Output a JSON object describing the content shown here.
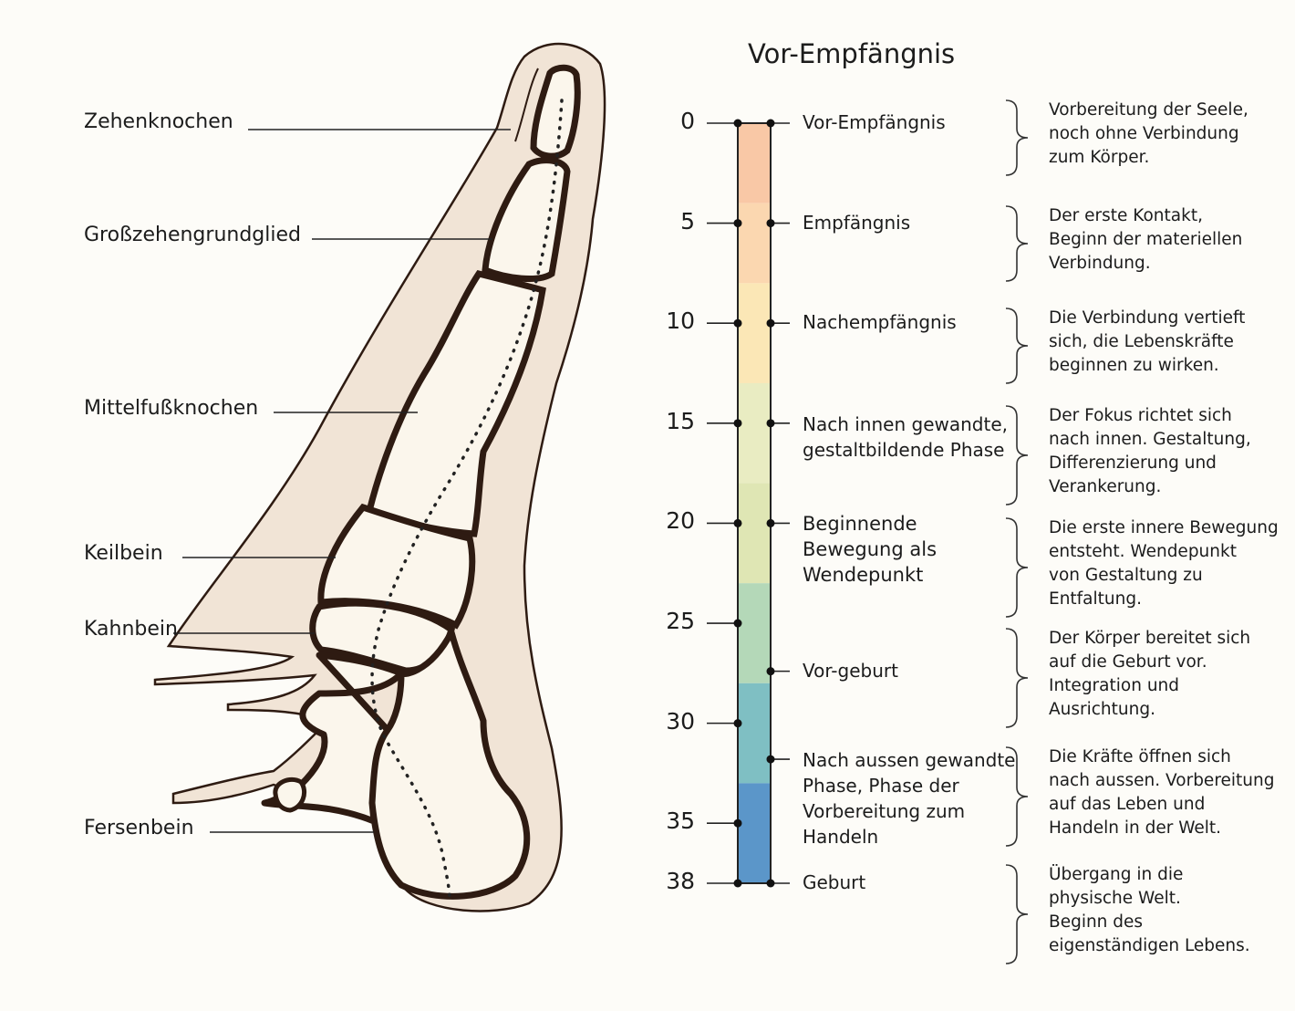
{
  "title": "Vor-Empfängnis",
  "bone_labels": [
    "Zehenknochen",
    "Großzehengrundglied",
    "Mittelfußknochen",
    "Keilbein",
    "Kahnbein",
    "Fersenbein"
  ],
  "scale": {
    "min": 0,
    "max": 38,
    "ticks": [
      0,
      5,
      10,
      15,
      20,
      25,
      30,
      35,
      38
    ],
    "tick_labels": [
      "0",
      "5",
      "10",
      "15",
      "20",
      "25",
      "30",
      "35",
      "38"
    ],
    "color_bands": [
      {
        "from": 0,
        "to": 4,
        "color": "#f9c8a6"
      },
      {
        "from": 4,
        "to": 8,
        "color": "#fbd7b0"
      },
      {
        "from": 8,
        "to": 13,
        "color": "#fbe7b6"
      },
      {
        "from": 13,
        "to": 18,
        "color": "#e9ecc2"
      },
      {
        "from": 18,
        "to": 23,
        "color": "#dfe6b4"
      },
      {
        "from": 23,
        "to": 28,
        "color": "#b4d8b8"
      },
      {
        "from": 28,
        "to": 33,
        "color": "#7fbfc3"
      },
      {
        "from": 33,
        "to": 38,
        "color": "#5b96c9"
      }
    ],
    "band_colors": {
      "dark_blue": "#4f8fc2"
    }
  },
  "phases": [
    {
      "at": 0,
      "lines": [
        "Vor-Empfängnis"
      ],
      "desc": [
        "Vorbereitung der Seele,",
        "noch ohne Verbindung",
        "zum Körper."
      ]
    },
    {
      "at": 5,
      "lines": [
        "Empfängnis"
      ],
      "desc": [
        "Der erste Kontakt,",
        "Beginn der materiellen",
        "Verbindung."
      ]
    },
    {
      "at": 10,
      "lines": [
        "Nachempfängnis"
      ],
      "desc": [
        "Die Verbindung vertieft",
        "sich, die Lebenskräfte",
        "beginnen zu wirken."
      ]
    },
    {
      "at": 15,
      "lines": [
        "Nach innen gewandte,",
        "gestaltbildende Phase"
      ],
      "desc": [
        "Der Fokus richtet sich",
        "nach innen. Gestaltung,",
        "Differenzierung und",
        "Verankerung."
      ]
    },
    {
      "at": 20,
      "lines": [
        "Beginnende",
        "Bewegung als",
        "Wendepunkt"
      ],
      "desc": [
        "Die erste innere Bewegung",
        "entsteht. Wendepunkt",
        "von Gestaltung zu",
        "Entfaltung."
      ]
    },
    {
      "at": 27.4,
      "lines": [
        "Vor-geburt"
      ],
      "desc": [
        "Der Körper bereitet sich",
        "auf die Geburt vor.",
        "Integration und",
        "Ausrichtung."
      ]
    },
    {
      "at": 31.8,
      "lines": [
        "Nach aussen gewandte",
        "Phase, Phase der",
        "Vorbereitung zum",
        "Handeln"
      ],
      "desc": [
        "Die Kräfte öffnen sich",
        "nach aussen. Vorbereitung",
        "auf das Leben und",
        "Handeln in der Welt."
      ]
    },
    {
      "at": 38,
      "lines": [
        "Geburt"
      ],
      "desc": [
        "Übergang in die",
        "physische Welt.",
        "Beginn des",
        "eigenständigen Lebens."
      ]
    }
  ],
  "colors": {
    "bone_outline": "#2e1b12",
    "skin": "#f1e4d6",
    "bone_fill": "#fbf6ec",
    "line": "#222222"
  }
}
